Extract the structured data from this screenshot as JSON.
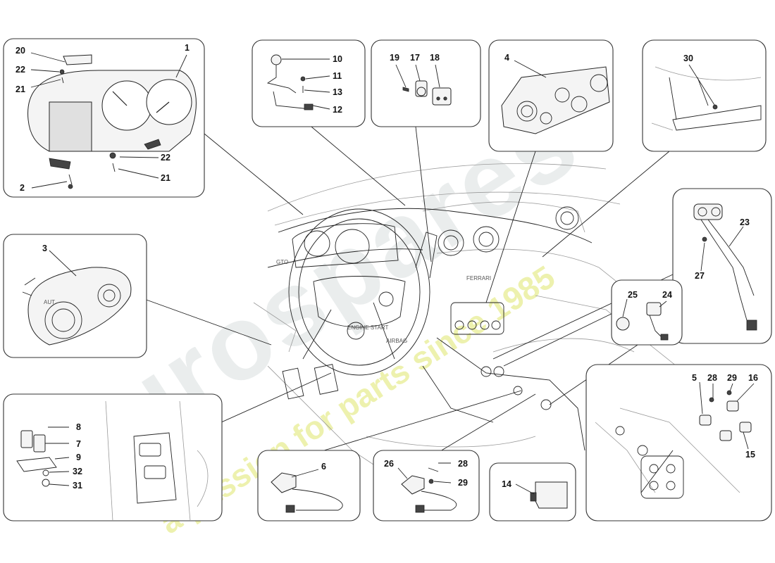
{
  "watermark": {
    "brand": "eurospares",
    "tagline": "a passion for parts since 1985"
  },
  "dashboard_labels": {
    "gto": "GTO",
    "ferrari": "FERRARI",
    "airbag": "AIRBAG",
    "engine_start": "ENGINE START",
    "aut": "AUT"
  },
  "callouts": {
    "p1": "1",
    "p2": "2",
    "p20": "20",
    "p22a": "22",
    "p21a": "21",
    "p22b": "22",
    "p21b": "21",
    "p10": "10",
    "p11": "11",
    "p13": "13",
    "p12": "12",
    "p19": "19",
    "p17": "17",
    "p18": "18",
    "p4": "4",
    "p30": "30",
    "p3": "3",
    "p23": "23",
    "p27": "27",
    "p25": "25",
    "p24": "24",
    "p5": "5",
    "p28a": "28",
    "p29a": "29",
    "p16": "16",
    "p15": "15",
    "p8": "8",
    "p7": "7",
    "p9": "9",
    "p32": "32",
    "p31": "31",
    "p6": "6",
    "p26": "26",
    "p28b": "28",
    "p29b": "29",
    "p14": "14"
  }
}
